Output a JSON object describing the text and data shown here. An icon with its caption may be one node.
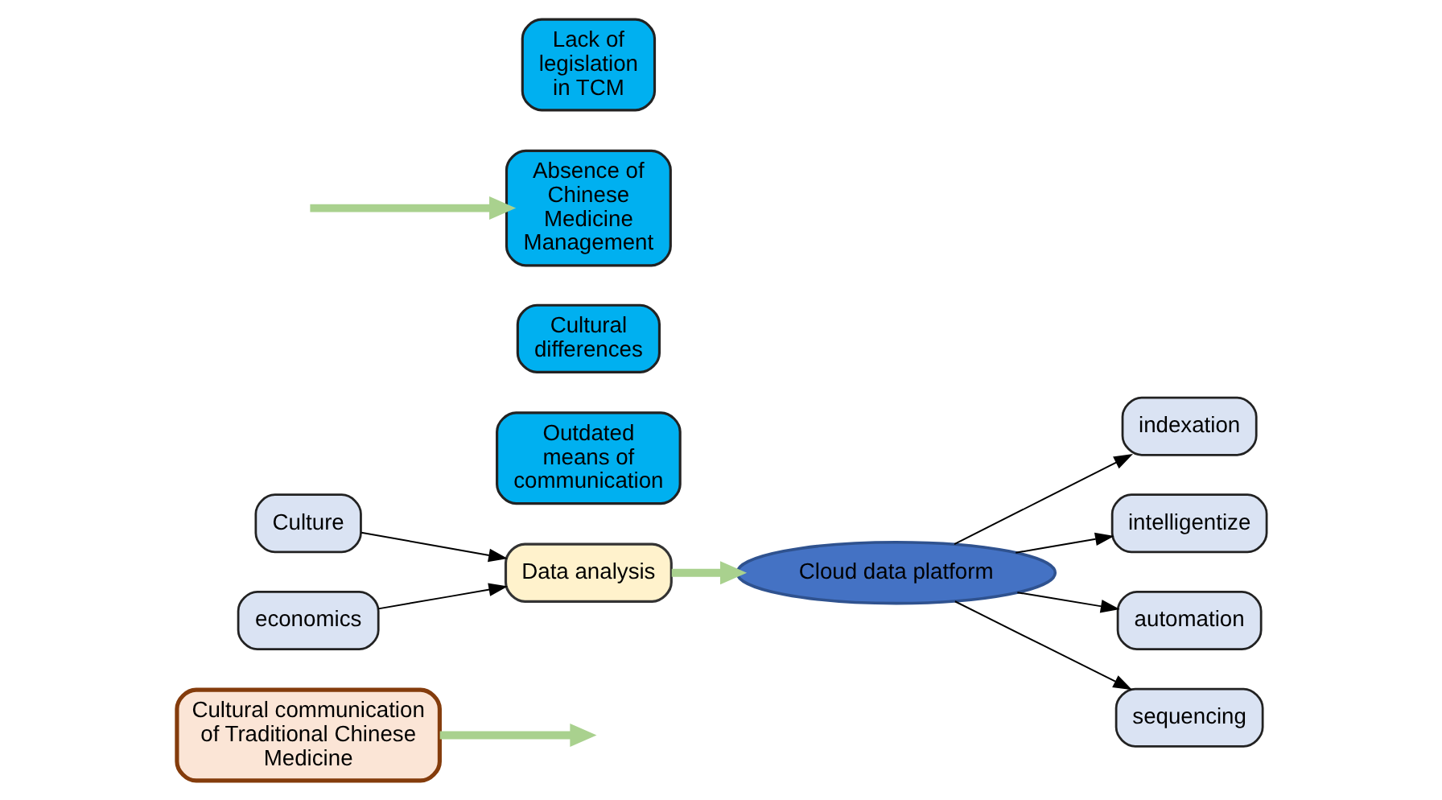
{
  "diagram": {
    "nodes": [
      {
        "text": [
          "Cultural communication of Traditional Chinese Medicine"
        ]
      },
      {
        "text": [
          "Culture"
        ]
      },
      {
        "text": [
          "economics"
        ]
      },
      {
        "text": [
          "Data analysis"
        ]
      },
      {
        "text": [
          "Cloud data platform"
        ]
      },
      {
        "text": [
          "indexation"
        ]
      },
      {
        "text": [
          "intelligentize"
        ]
      },
      {
        "text": [
          "automation"
        ]
      },
      {
        "text": [
          "sequencing"
        ]
      },
      {
        "text": [
          "Lack of legislation in TCM"
        ]
      },
      {
        "text": [
          "Absence of Chinese Medicine Management"
        ]
      },
      {
        "text": [
          "Cultural differences"
        ]
      },
      {
        "text": [
          "Outdated means of communication"
        ]
      }
    ],
    "edges": [
      {
        "from": 0,
        "to": null,
        "arrow": "to",
        "style": "thick",
        "color": "#a9d18e"
      },
      {
        "from": 1,
        "to": 3,
        "arrow": "to"
      },
      {
        "from": 2,
        "to": 3,
        "arrow": "to"
      },
      {
        "from": 3,
        "to": 4,
        "arrow": "to",
        "style": "thick",
        "color": "#a9d18e"
      },
      {
        "from": 4,
        "to": 5,
        "arrow": "to"
      },
      {
        "from": 4,
        "to": 6,
        "arrow": "to"
      },
      {
        "from": 4,
        "to": 7,
        "arrow": "to"
      },
      {
        "from": 4,
        "to": 8,
        "arrow": "to"
      },
      {
        "from": null,
        "to": 10,
        "arrow": "to",
        "style": "thick",
        "color": "#a9d18e"
      }
    ]
  }
}
